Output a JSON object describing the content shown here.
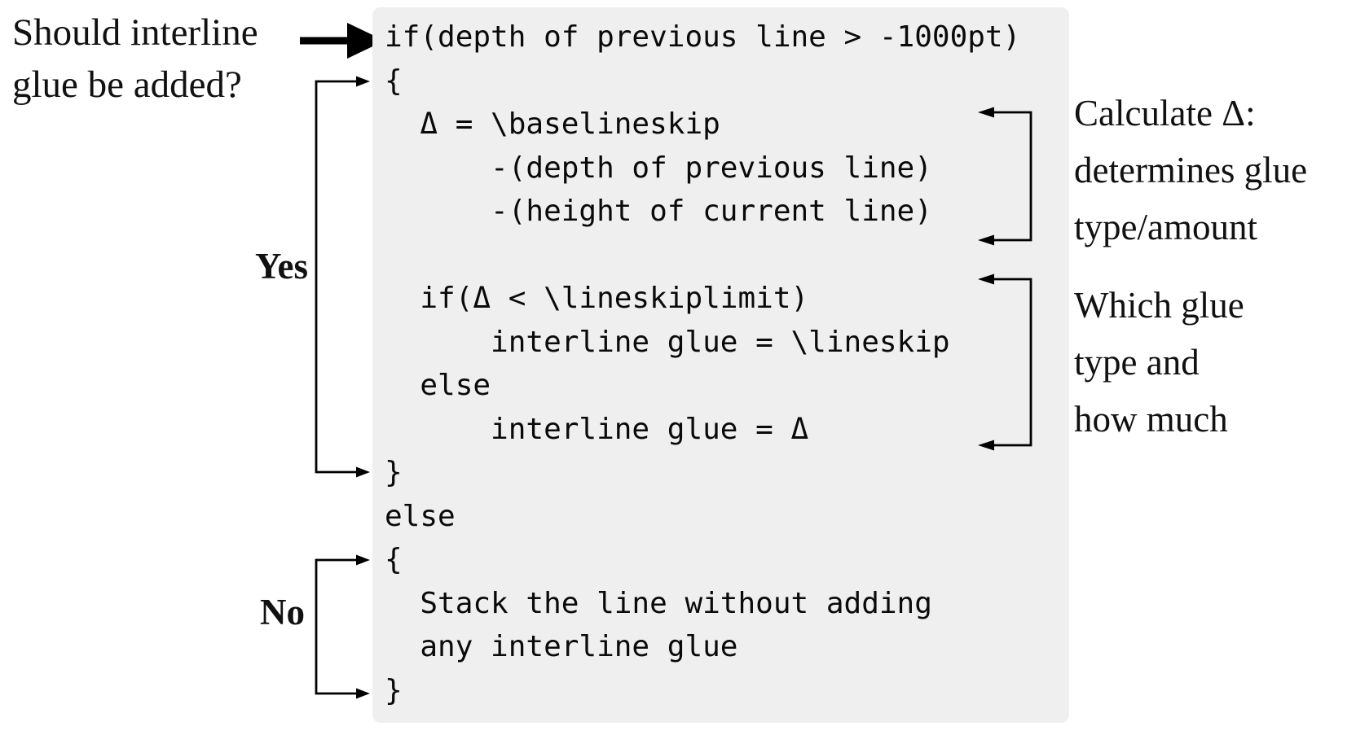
{
  "question": {
    "line1": "Should interline",
    "line2": "glue be added?"
  },
  "branch_labels": {
    "yes": "Yes",
    "no": "No"
  },
  "code": {
    "text": "if(depth of previous line > -1000pt)\n{\n  Δ = \\baselineskip\n      -(depth of previous line)\n      -(height of current line)\n\n  if(Δ < \\lineskiplimit)\n      interline glue = \\lineskip\n  else\n      interline glue = Δ\n}\nelse\n{\n  Stack the line without adding\n  any interline glue\n}"
  },
  "annotations": {
    "calc": {
      "lines": [
        "Calculate Δ:",
        "determines glue",
        "type/amount"
      ]
    },
    "which": {
      "lines": [
        "Which glue",
        "type and",
        "how much"
      ]
    }
  },
  "colors": {
    "code_panel_bg": "#efefef",
    "ink": "#000000"
  }
}
